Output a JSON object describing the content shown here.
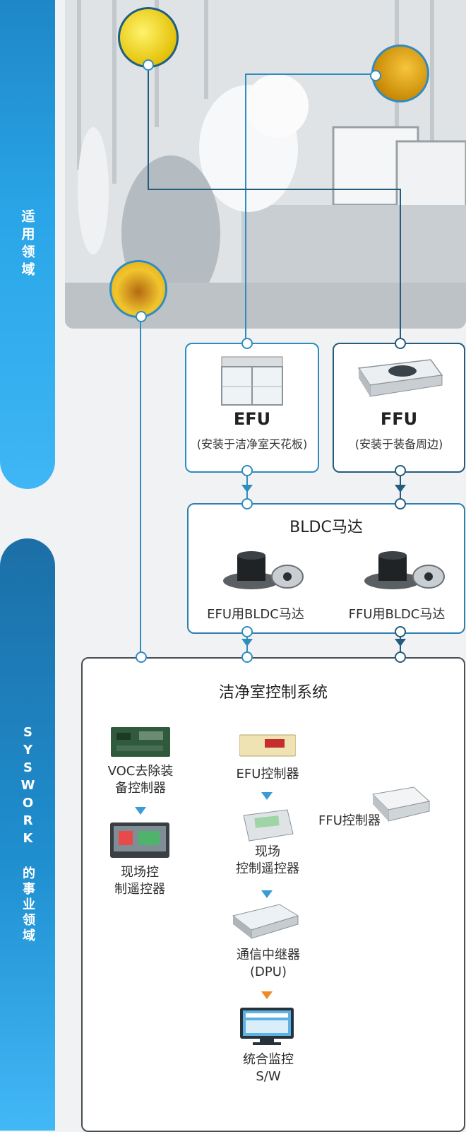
{
  "sidebar": {
    "section1": "适用领域",
    "section2": "SYSWORK 的事业领域"
  },
  "efu": {
    "name": "EFU",
    "desc": "(安装于洁净室天花板)"
  },
  "ffu": {
    "name": "FFU",
    "desc": "(安装于装备周边)"
  },
  "bldc": {
    "title": "BLDC马达",
    "efu_motor": "EFU用BLDC马达",
    "ffu_motor": "FFU用BLDC马达"
  },
  "control": {
    "title": "洁净室控制系统",
    "voc": [
      "VOC去除装",
      "备控制器"
    ],
    "remote_left": [
      "现场控",
      "制遥控器"
    ],
    "efu_controller": "EFU控制器",
    "remote_center": [
      "现场",
      "控制遥控器"
    ],
    "ffu_controller": "FFU控制器",
    "dpu": [
      "通信中继器",
      "(DPU)"
    ],
    "monitor": [
      "统合监控",
      "S/W"
    ]
  },
  "colors": {
    "blue": "#2f8cbf",
    "navy": "#235c7d",
    "accent": "#ef8a23",
    "sidebar": "#2aa6e8"
  }
}
